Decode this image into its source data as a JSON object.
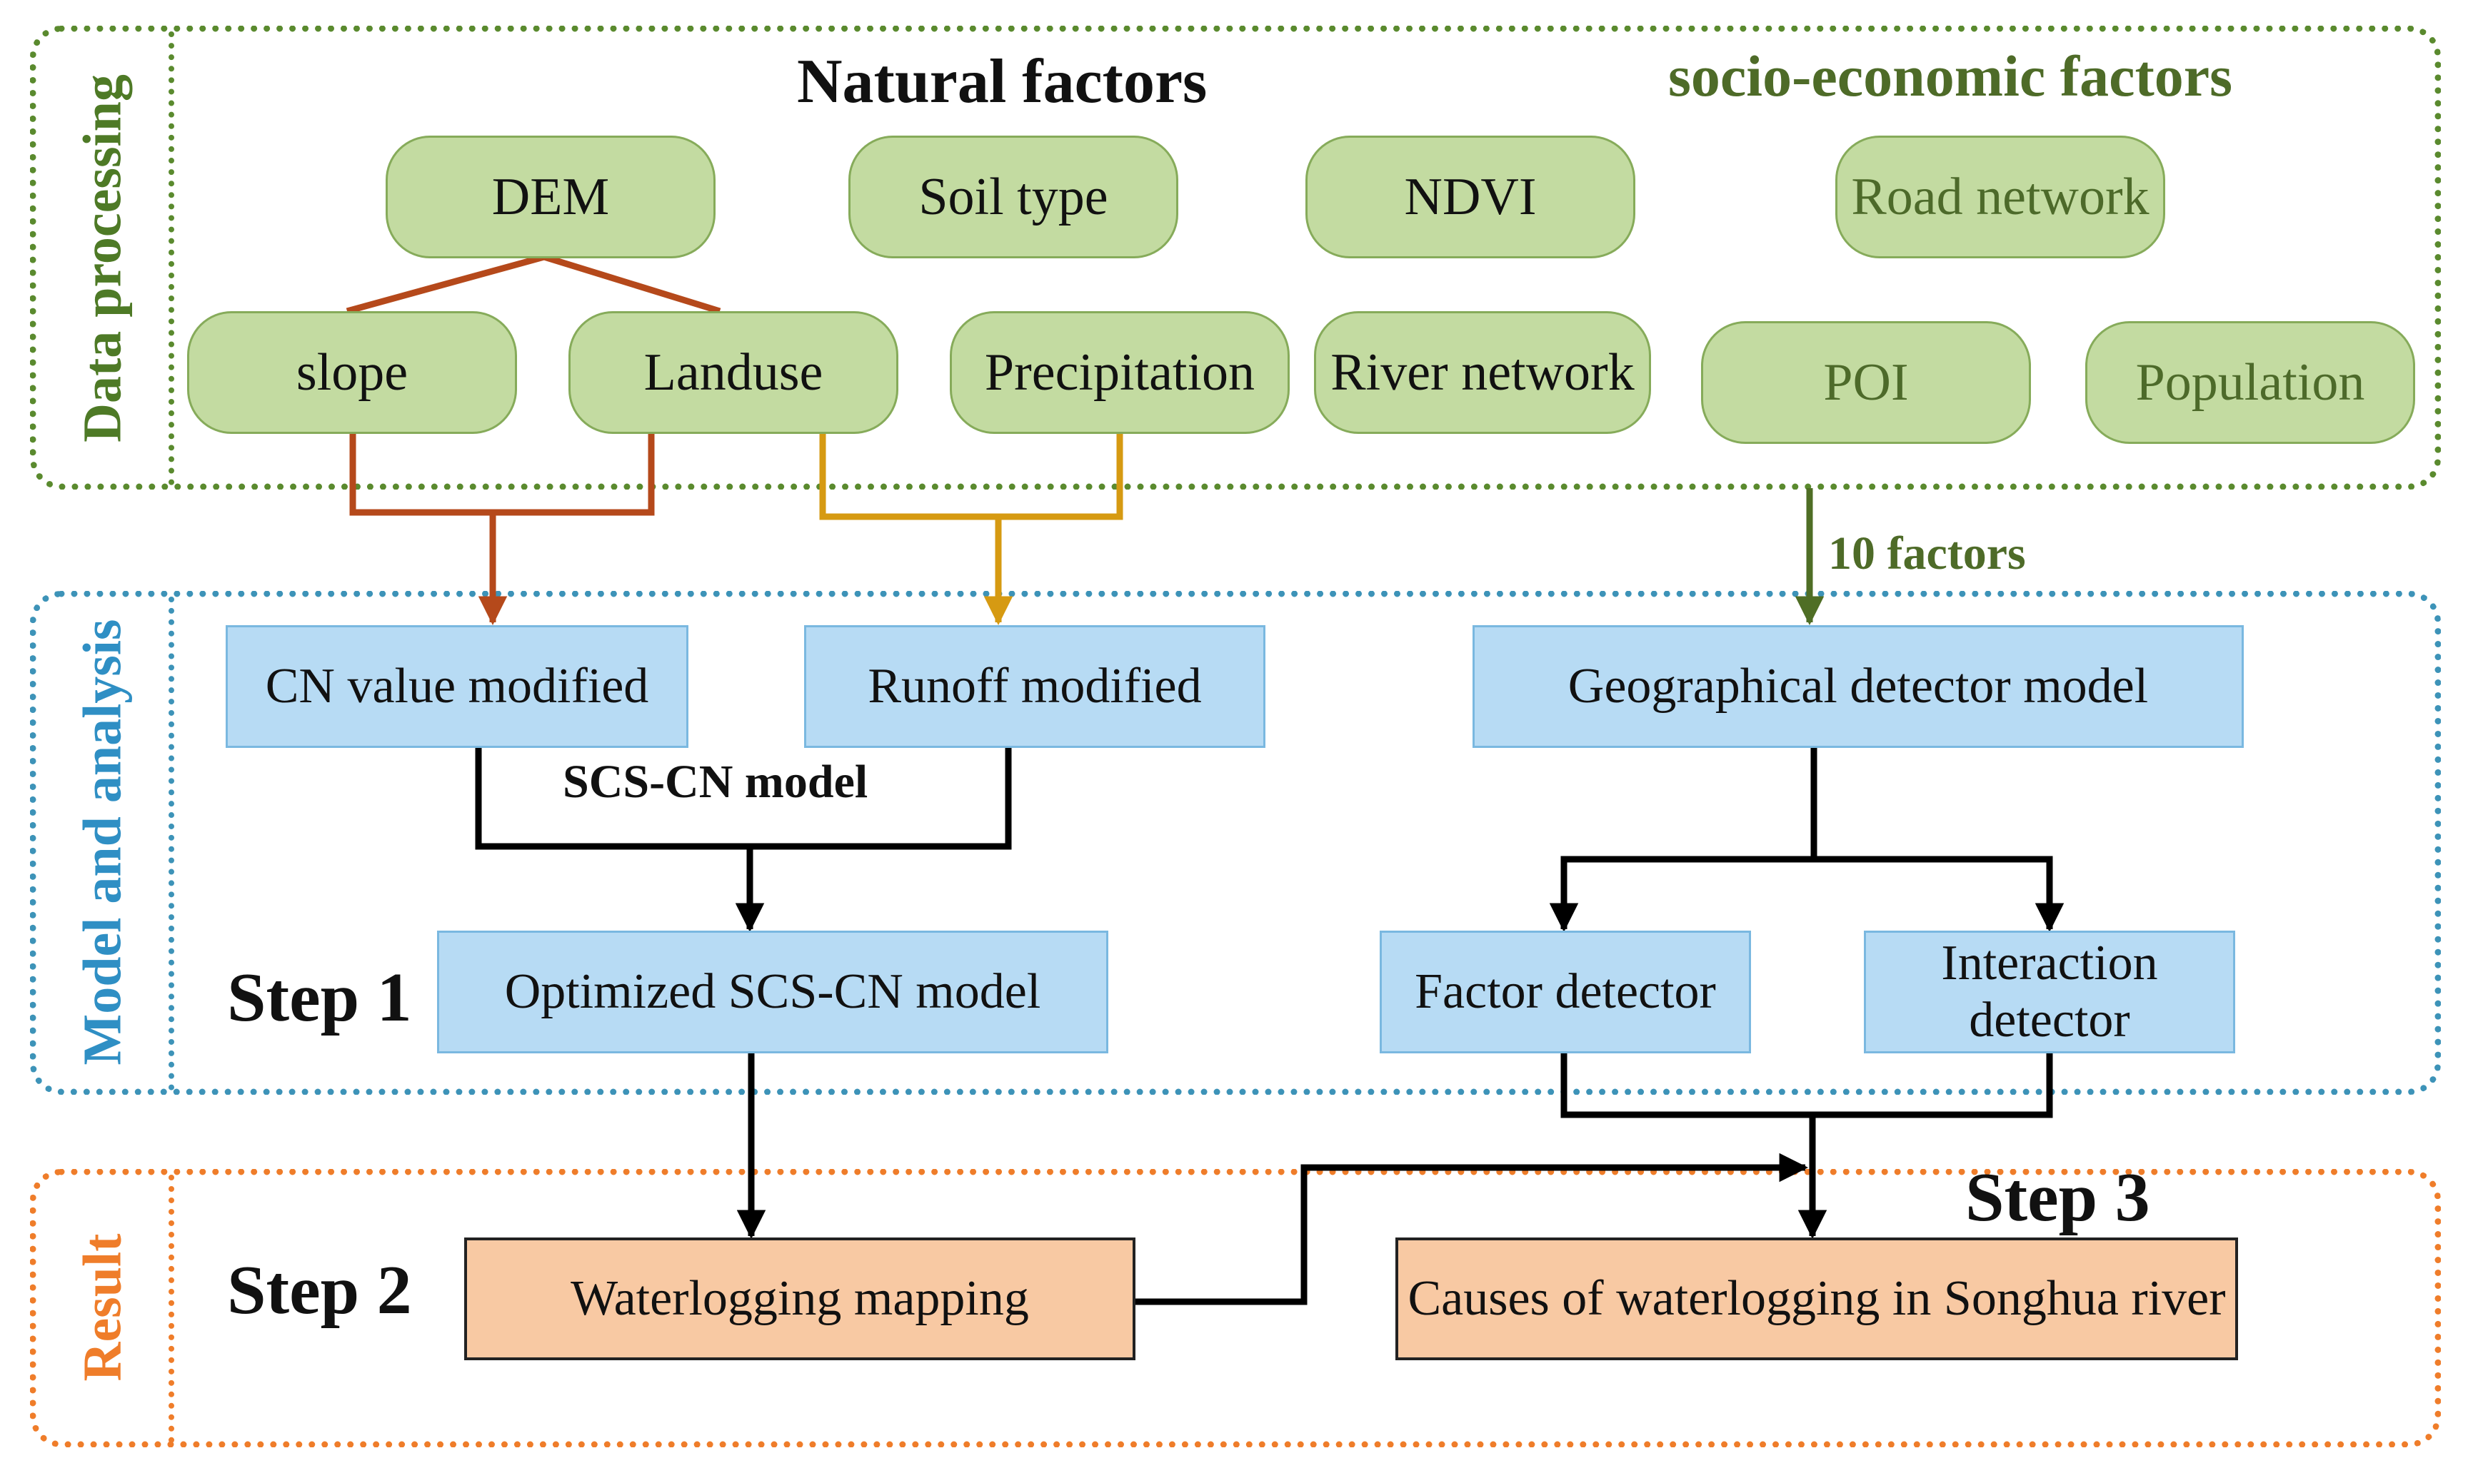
{
  "sections": {
    "data_processing": "Data processing",
    "model_analysis": "Model and analysis",
    "result": "Result"
  },
  "headings": {
    "natural": "Natural factors",
    "socio": "socio-economic factors",
    "ten_factors": "10 factors",
    "scs_cn": "SCS-CN model",
    "step1": "Step 1",
    "step2": "Step 2",
    "step3": "Step 3"
  },
  "factors": {
    "dem": "DEM",
    "soil": "Soil type",
    "ndvi": "NDVI",
    "road": "Road network",
    "slope": "slope",
    "landuse": "Landuse",
    "precip": "Precipitation",
    "river": "River network",
    "poi": "POI",
    "population": "Population"
  },
  "models": {
    "cn": "CN value modified",
    "runoff": "Runoff modified",
    "geo": "Geographical detector model",
    "optimized": "Optimized  SCS-CN model",
    "factor": "Factor detector",
    "interaction": "Interaction detector"
  },
  "results": {
    "mapping": "Waterlogging  mapping",
    "causes": "Causes of waterlogging  in Songhua river"
  },
  "colors": {
    "data_green": "#5a8a2e",
    "model_blue": "#3d93b8",
    "result_orange": "#ef7d2a",
    "pill_fill": "#c3dba1",
    "box_blue": "#b7dbf4",
    "box_orange": "#f8c9a3",
    "arrow_brown": "#b5491b",
    "arrow_gold": "#d69a12",
    "arrow_green": "#4f6e25"
  }
}
